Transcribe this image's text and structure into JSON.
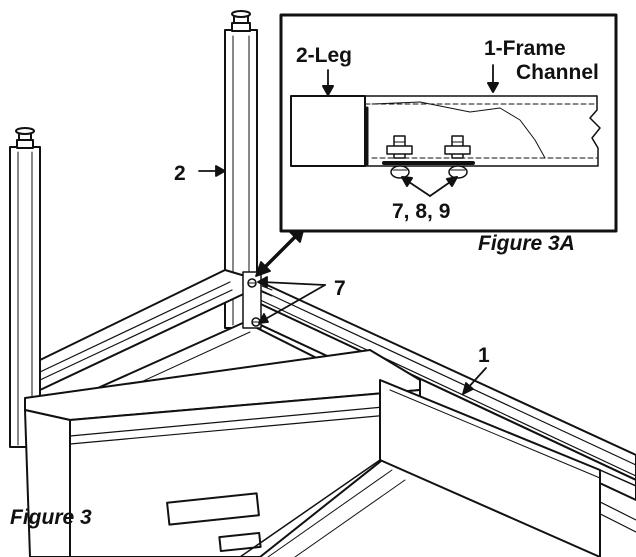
{
  "callouts": {
    "leg_number": "2",
    "frame_number": "1",
    "bolt_number": "7"
  },
  "inset": {
    "leg_label": "2-Leg",
    "frame_label_line1": "1-Frame",
    "frame_label_line2": "Channel",
    "hardware_label": "7, 8, 9",
    "caption": "Figure 3A"
  },
  "caption": "Figure 3",
  "colors": {
    "ink": "#111111",
    "paper": "#ffffff"
  }
}
